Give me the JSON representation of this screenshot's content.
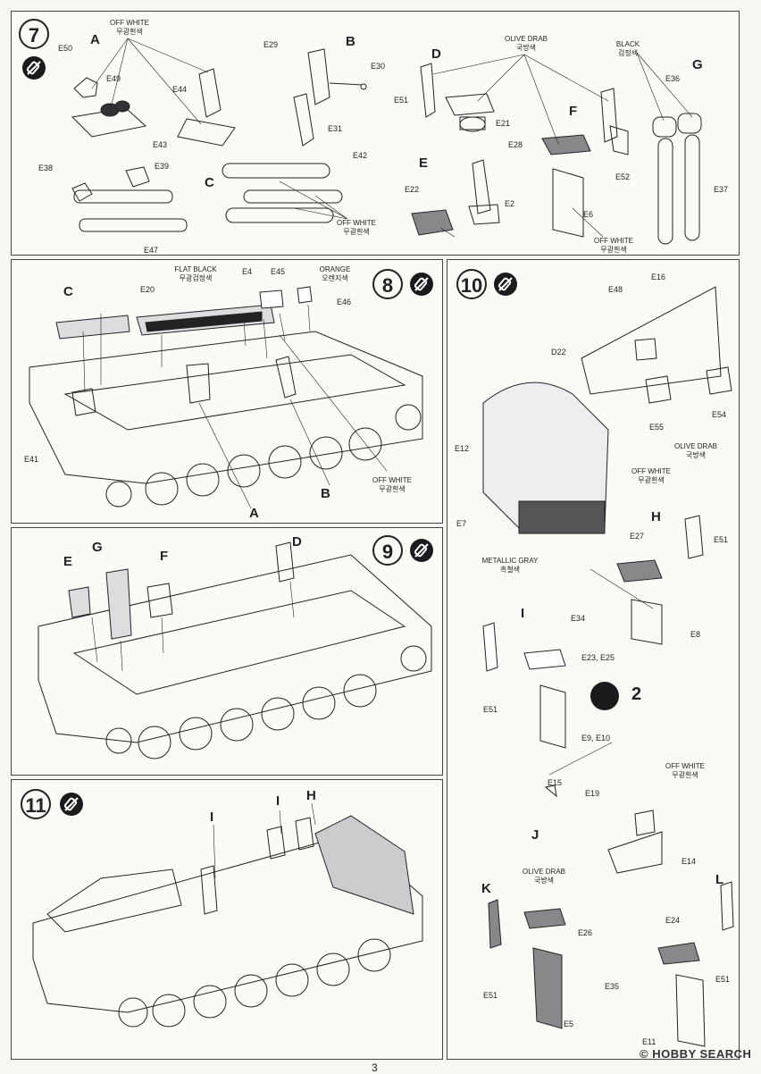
{
  "page_number": "3",
  "watermark": "© HOBBY SEARCH",
  "steps": {
    "s7": {
      "num": "7",
      "letters": [
        "A",
        "B",
        "C",
        "D",
        "E",
        "F",
        "G"
      ],
      "colors": [
        {
          "en": "OFF WHITE",
          "ko": "무광흰색"
        },
        {
          "en": "OLIVE DRAB",
          "ko": "국방색"
        },
        {
          "en": "BLACK",
          "ko": "검정색"
        },
        {
          "en": "OFF WHITE",
          "ko": "무광흰색"
        },
        {
          "en": "OFF WHITE",
          "ko": "무광흰색"
        }
      ],
      "parts": [
        "E50",
        "E49",
        "E44",
        "E43",
        "E29",
        "E30",
        "E31",
        "E51",
        "E21",
        "E28",
        "E52",
        "E36",
        "E37",
        "E38",
        "E39",
        "E47",
        "E42",
        "E22",
        "E2",
        "E6"
      ]
    },
    "s8": {
      "num": "8",
      "letters": [
        "C",
        "A",
        "B"
      ],
      "colors": [
        {
          "en": "FLAT BLACK",
          "ko": "무광검정색"
        },
        {
          "en": "ORANGE",
          "ko": "오렌지색"
        },
        {
          "en": "OFF WHITE",
          "ko": "무광흰색"
        }
      ],
      "parts": [
        "E20",
        "E4",
        "E45",
        "E46",
        "E41"
      ]
    },
    "s9": {
      "num": "9",
      "letters": [
        "E",
        "G",
        "F",
        "D"
      ]
    },
    "s10": {
      "num": "10",
      "letters": [
        "H",
        "I",
        "J",
        "K",
        "L"
      ],
      "colors": [
        {
          "en": "OLIVE DRAB",
          "ko": "국방색"
        },
        {
          "en": "OFF WHITE",
          "ko": "무광흰색"
        },
        {
          "en": "METALLIC GRAY",
          "ko": "흑철색"
        },
        {
          "en": "OFF WHITE",
          "ko": "무광흰색"
        },
        {
          "en": "OLIVE DRAB",
          "ko": "국방색"
        }
      ],
      "parts": [
        "E48",
        "E16",
        "D22",
        "E55",
        "E54",
        "E12",
        "E7",
        "E27",
        "E51",
        "E34",
        "E8",
        "E23, E25",
        "E51",
        "E9, E10",
        "E15",
        "E19",
        "E14",
        "E26",
        "E24",
        "E51",
        "E35",
        "E51",
        "E5",
        "E11"
      ],
      "repeat": "2"
    },
    "s11": {
      "num": "11",
      "letters": [
        "I",
        "I",
        "H"
      ]
    }
  }
}
